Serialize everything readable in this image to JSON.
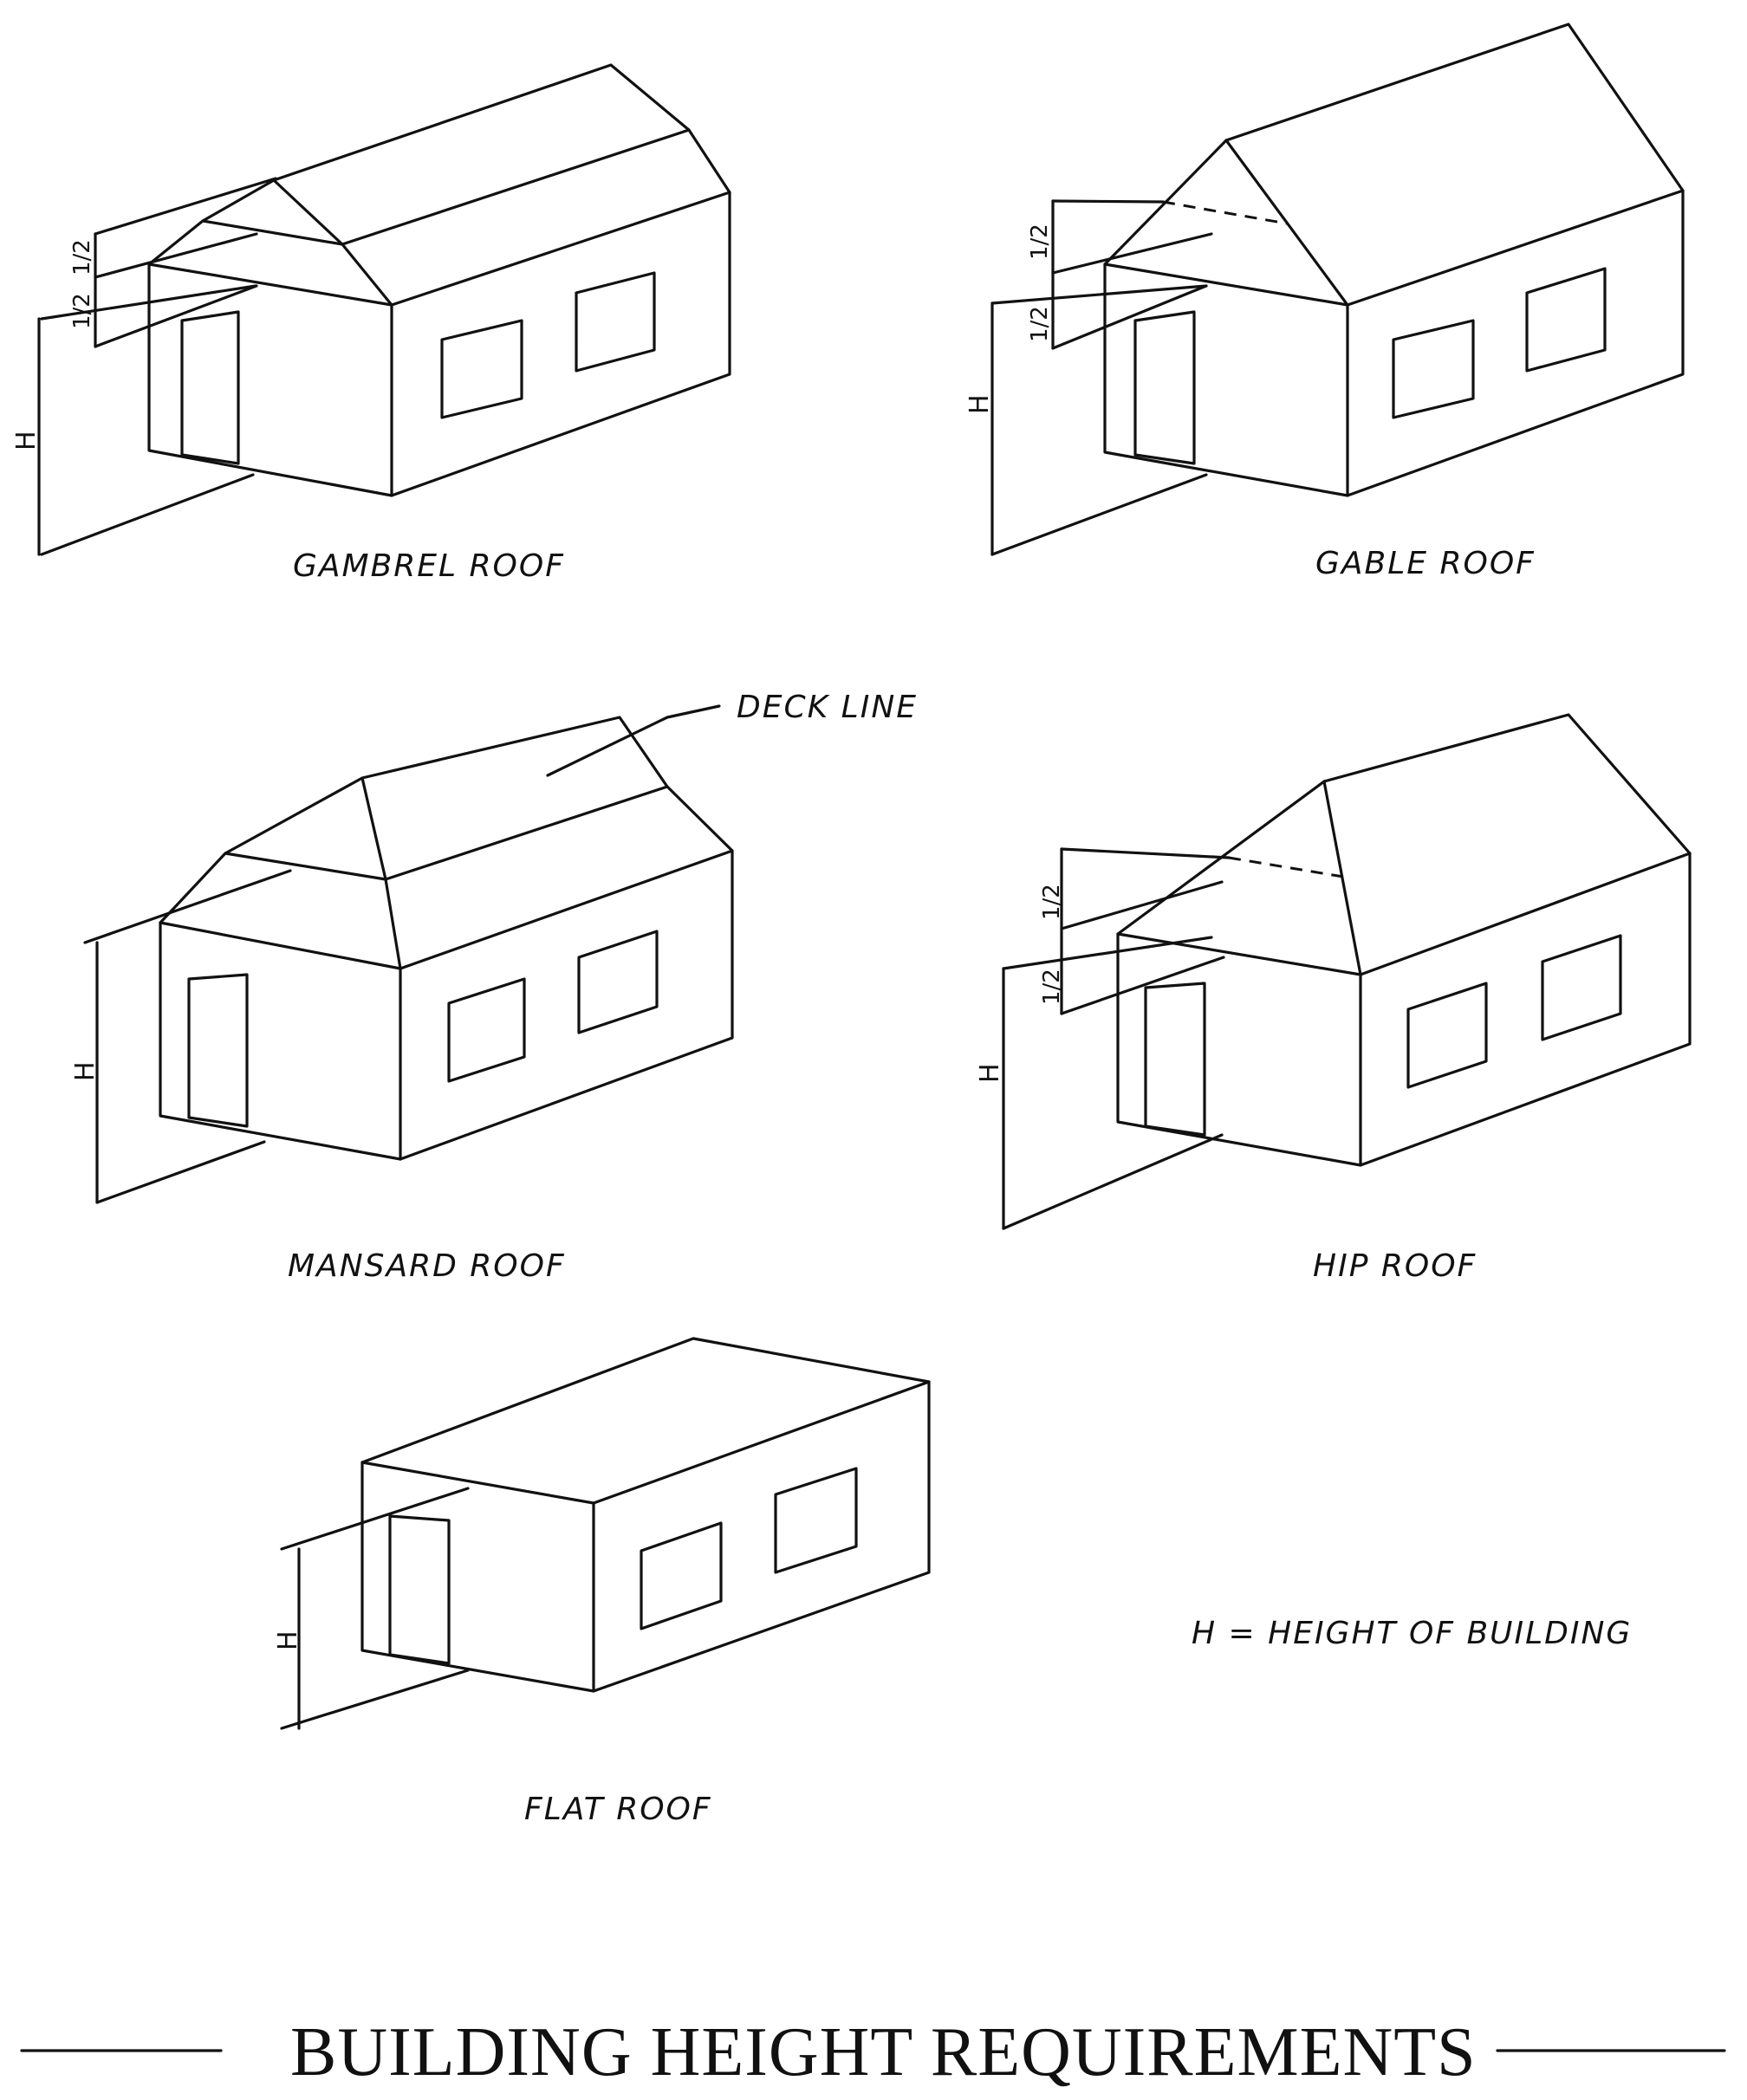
{
  "figures": [
    {
      "label": "GAMBREL ROOF",
      "dims": [
        "1/2",
        "1/2"
      ],
      "height_mark": "H"
    },
    {
      "label": "GABLE ROOF",
      "dims": [
        "1/2",
        "1/2"
      ],
      "height_mark": "H"
    },
    {
      "label": "MANSARD ROOF",
      "callout": "DECK LINE",
      "height_mark": "H"
    },
    {
      "label": "HIP ROOF",
      "dims": [
        "1/2",
        "1/2"
      ],
      "height_mark": "H"
    },
    {
      "label": "FLAT ROOF",
      "height_mark": "H"
    }
  ],
  "legend": "H  =  HEIGHT  OF  BUILDING",
  "title": "BUILDING HEIGHT REQUIREMENTS"
}
